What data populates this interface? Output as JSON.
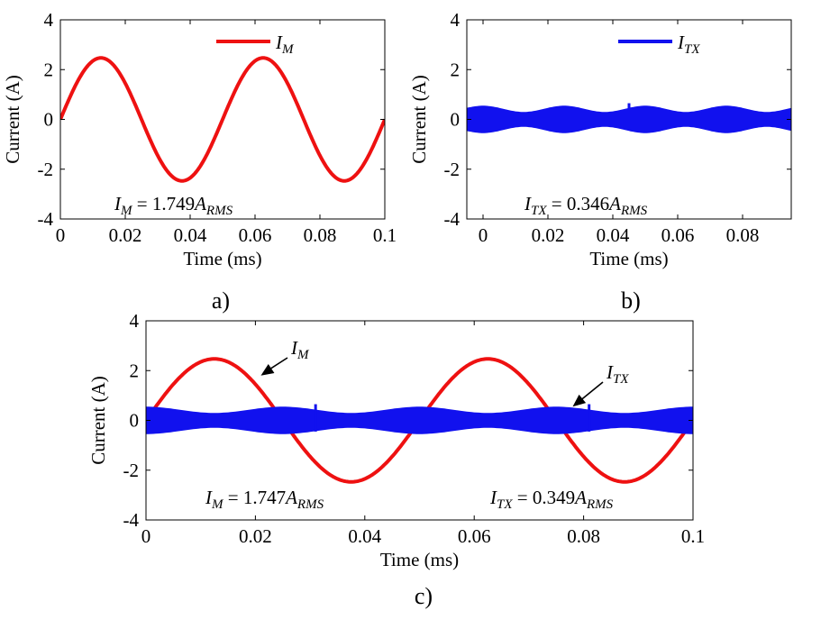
{
  "chart_data": [
    {
      "id": "a",
      "type": "line",
      "panel_label": "a)",
      "xlabel": "Time (ms)",
      "ylabel": "Current (A)",
      "xlim": [
        0,
        0.1
      ],
      "ylim": [
        -4,
        4
      ],
      "x_ticks": [
        "0",
        "0.02",
        "0.04",
        "0.06",
        "0.08",
        "0.1"
      ],
      "y_ticks": [
        "4",
        "2",
        "0",
        "-2",
        "-4"
      ],
      "grid": false,
      "legend": {
        "placement": "top-right",
        "entries": [
          {
            "base": "I",
            "sub": "M"
          }
        ]
      },
      "annotations": [
        {
          "base": "I",
          "sub": "M",
          "rhs": "= 1.749",
          "unit_base": "A",
          "unit_sub": "RMS"
        }
      ],
      "series": [
        {
          "name": "I_M",
          "kind": "sine",
          "amplitude": 2.47,
          "frequency_khz": 20,
          "phase": 0,
          "color": "#ee1111"
        }
      ]
    },
    {
      "id": "b",
      "type": "line",
      "panel_label": "b)",
      "xlabel": "Time (ms)",
      "ylabel": "Current (A)",
      "xlim": [
        -0.005,
        0.095
      ],
      "ylim": [
        -4,
        4
      ],
      "x_ticks": [
        "0",
        "0.02",
        "0.04",
        "0.06",
        "0.08"
      ],
      "y_ticks": [
        "4",
        "2",
        "0",
        "-2",
        "-4"
      ],
      "grid": false,
      "legend": {
        "placement": "top-right",
        "entries": [
          {
            "base": "I",
            "sub": "TX"
          }
        ]
      },
      "annotations": [
        {
          "base": "I",
          "sub": "TX",
          "rhs": "= 0.346",
          "unit_base": "A",
          "unit_sub": "RMS"
        }
      ],
      "series": [
        {
          "name": "I_TX",
          "kind": "hf_band",
          "envelope_max": 0.55,
          "envelope_min": 0.3,
          "envelope_period_ms": 0.025,
          "spikes_ms": [
            0.045
          ],
          "color": "#1111ee"
        }
      ]
    },
    {
      "id": "c",
      "type": "line",
      "panel_label": "c)",
      "xlabel": "Time (ms)",
      "ylabel": "Current (A)",
      "xlim": [
        0,
        0.1
      ],
      "ylim": [
        -4,
        4
      ],
      "x_ticks": [
        "0",
        "0.02",
        "0.04",
        "0.06",
        "0.08",
        "0.1"
      ],
      "y_ticks": [
        "4",
        "2",
        "0",
        "-2",
        "-4"
      ],
      "grid": false,
      "annotations": [
        {
          "base": "I",
          "sub": "M",
          "rhs": "= 1.747",
          "unit_base": "A",
          "unit_sub": "RMS"
        },
        {
          "base": "I",
          "sub": "TX",
          "rhs": "= 0.349",
          "unit_base": "A",
          "unit_sub": "RMS"
        }
      ],
      "arrow_labels": [
        {
          "base": "I",
          "sub": "M",
          "target_x": 0.021,
          "target_y": 1.8
        },
        {
          "base": "I",
          "sub": "TX",
          "target_x": 0.078,
          "target_y": 0.55
        }
      ],
      "series": [
        {
          "name": "I_M",
          "kind": "sine",
          "amplitude": 2.47,
          "frequency_khz": 20,
          "phase": 0,
          "color": "#ee1111"
        },
        {
          "name": "I_TX",
          "kind": "hf_band",
          "envelope_max": 0.55,
          "envelope_min": 0.3,
          "envelope_period_ms": 0.025,
          "spikes_ms": [
            0.031,
            0.081
          ],
          "color": "#1111ee"
        }
      ]
    }
  ]
}
